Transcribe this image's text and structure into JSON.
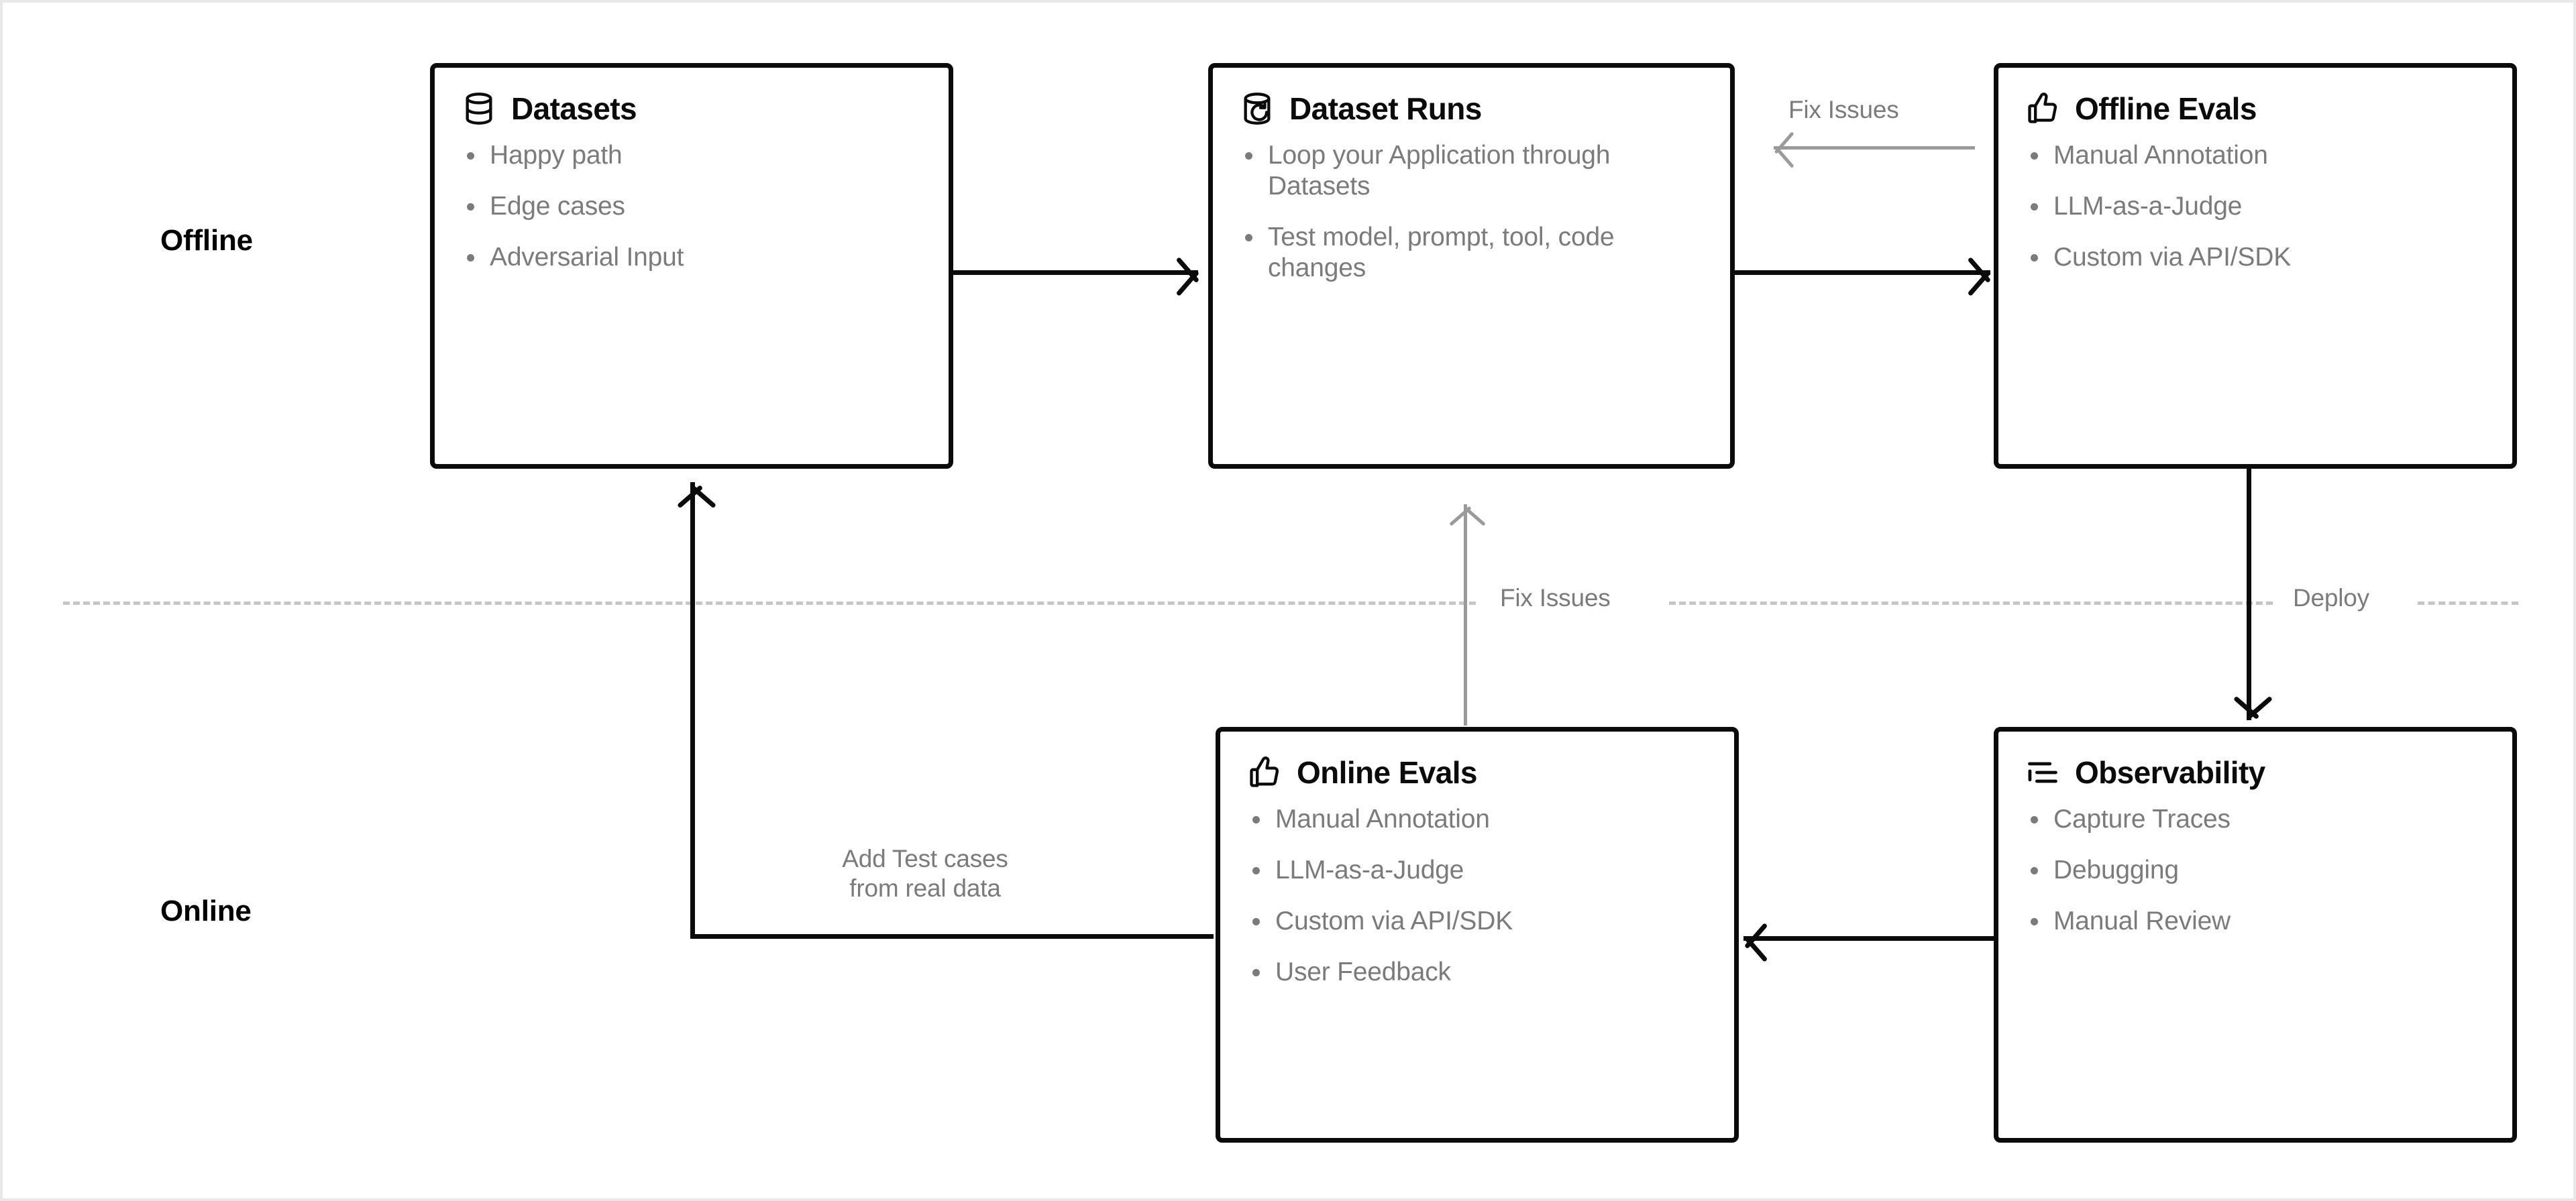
{
  "sections": {
    "offline_label": "Offline",
    "online_label": "Online"
  },
  "colors": {
    "box_border": "#0b0b0b",
    "bullet_text": "#7b7b7b",
    "title_text": "#0b0b0b",
    "primary_arrow": "#0b0b0b",
    "secondary_arrow": "#9a9a9a",
    "divider": "#c6c6c6",
    "page_background": "#ffffff",
    "frame": "#e8e8e8"
  },
  "nodes": {
    "datasets": {
      "title": "Datasets",
      "icon": "database-icon",
      "bullets": [
        "Happy path",
        "Edge cases",
        "Adversarial Input"
      ]
    },
    "dataset_runs": {
      "title": "Dataset Runs",
      "icon": "database-refresh-icon",
      "bullets": [
        "Loop your Application through Datasets",
        "Test model, prompt, tool, code changes"
      ]
    },
    "offline_evals": {
      "title": "Offline Evals",
      "icon": "thumbs-up-icon",
      "bullets": [
        "Manual Annotation",
        "LLM-as-a-Judge",
        "Custom via API/SDK"
      ]
    },
    "online_evals": {
      "title": "Online Evals",
      "icon": "thumbs-up-icon",
      "bullets": [
        "Manual Annotation",
        "LLM-as-a-Judge",
        "Custom via API/SDK",
        "User Feedback"
      ]
    },
    "observability": {
      "title": "Observability",
      "icon": "list-indent-icon",
      "bullets": [
        "Capture Traces",
        "Debugging",
        "Manual Review"
      ]
    }
  },
  "edges": {
    "fix_issues_top": "Fix Issues",
    "fix_issues_divider": "Fix Issues",
    "deploy": "Deploy",
    "add_test_cases": "Add Test cases\nfrom real data"
  }
}
